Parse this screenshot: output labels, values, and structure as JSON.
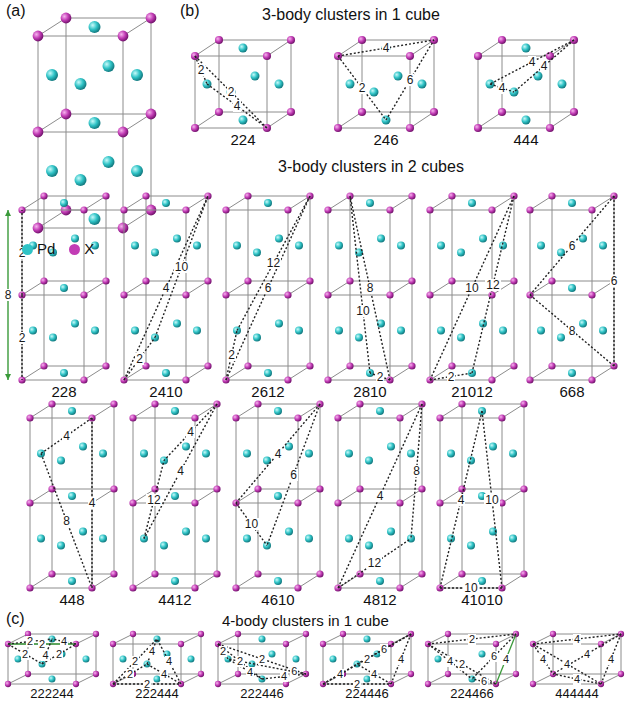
{
  "diagram": {
    "labels": [
      "(a)",
      "(b)",
      "3-body clusters in 1 cube",
      "2",
      "2",
      "4",
      "224",
      "2",
      "4",
      "6",
      "246",
      "4",
      "4",
      "4",
      "444",
      "3-body clusters in 2 cubes",
      "2",
      "2",
      "8",
      "228",
      "2",
      "4",
      "10",
      "2410",
      "2",
      "6",
      "12",
      "2612",
      "2",
      "8",
      "10",
      "2810",
      "2",
      "10",
      "12",
      "21012",
      "6",
      "6",
      "8",
      "668",
      "4",
      "4",
      "8",
      "448",
      "4",
      "4",
      "12",
      "4412",
      "4",
      "6",
      "10",
      "4610",
      "4",
      "8",
      "12",
      "4812",
      "4",
      "10",
      "10",
      "41010",
      "(c)",
      "4-body clusters in 1 cube",
      "2",
      "2",
      "2",
      "2",
      "4",
      "4",
      "222244",
      "2",
      "2",
      "2",
      "4",
      "4",
      "4",
      "222444",
      "2",
      "2",
      "2",
      "4",
      "4",
      "6",
      "222446",
      "2",
      "2",
      "4",
      "4",
      "4",
      "6",
      "224446",
      "2",
      "2",
      "4",
      "4",
      "6",
      "6",
      "224466",
      "4",
      "4",
      "4",
      "4",
      "4",
      "4",
      "444444"
    ],
    "legend": [
      {
        "text": "Pd",
        "color": "#2fc3c6"
      },
      {
        "text": "X",
        "color": "#c23cb5"
      }
    ]
  }
}
